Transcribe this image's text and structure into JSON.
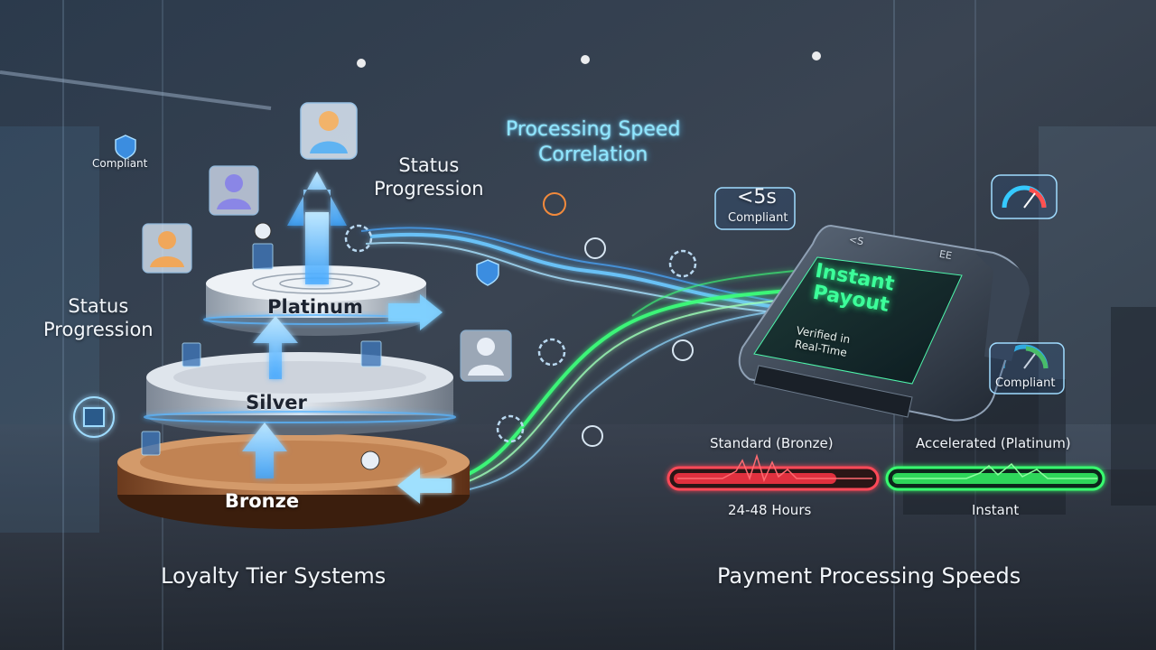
{
  "left_section": {
    "title": "Loyalty Tier Systems",
    "progression_label_top": "Status\nProgression",
    "progression_label_left": "Status\nProgression",
    "compliant_badge": "Compliant",
    "tiers": [
      {
        "name": "Platinum",
        "color": "#cfd6de"
      },
      {
        "name": "Silver",
        "color": "#b9c2cc"
      },
      {
        "name": "Bronze",
        "color": "#a8643a"
      }
    ]
  },
  "center": {
    "correlation_title": "Processing Speed\nCorrelation",
    "flow_colors": {
      "blue": "#4fb8ff",
      "green": "#3cff7a"
    }
  },
  "right_section": {
    "title": "Payment Processing Speeds",
    "timer_badge": {
      "value": "<5s",
      "label": "Compliant"
    },
    "gauge_badge": "Compliant",
    "terminal": {
      "screen_title": "Instant\nPayout",
      "screen_sub": "Verified in\nReal-Time",
      "brand_left": "<S",
      "brand_right": "EE"
    },
    "bars": [
      {
        "name": "Standard (Bronze)",
        "time": "24-48 Hours",
        "color": "#ff3344"
      },
      {
        "name": "Accelerated (Platinum)",
        "time": "Instant",
        "color": "#33ff66"
      }
    ]
  }
}
